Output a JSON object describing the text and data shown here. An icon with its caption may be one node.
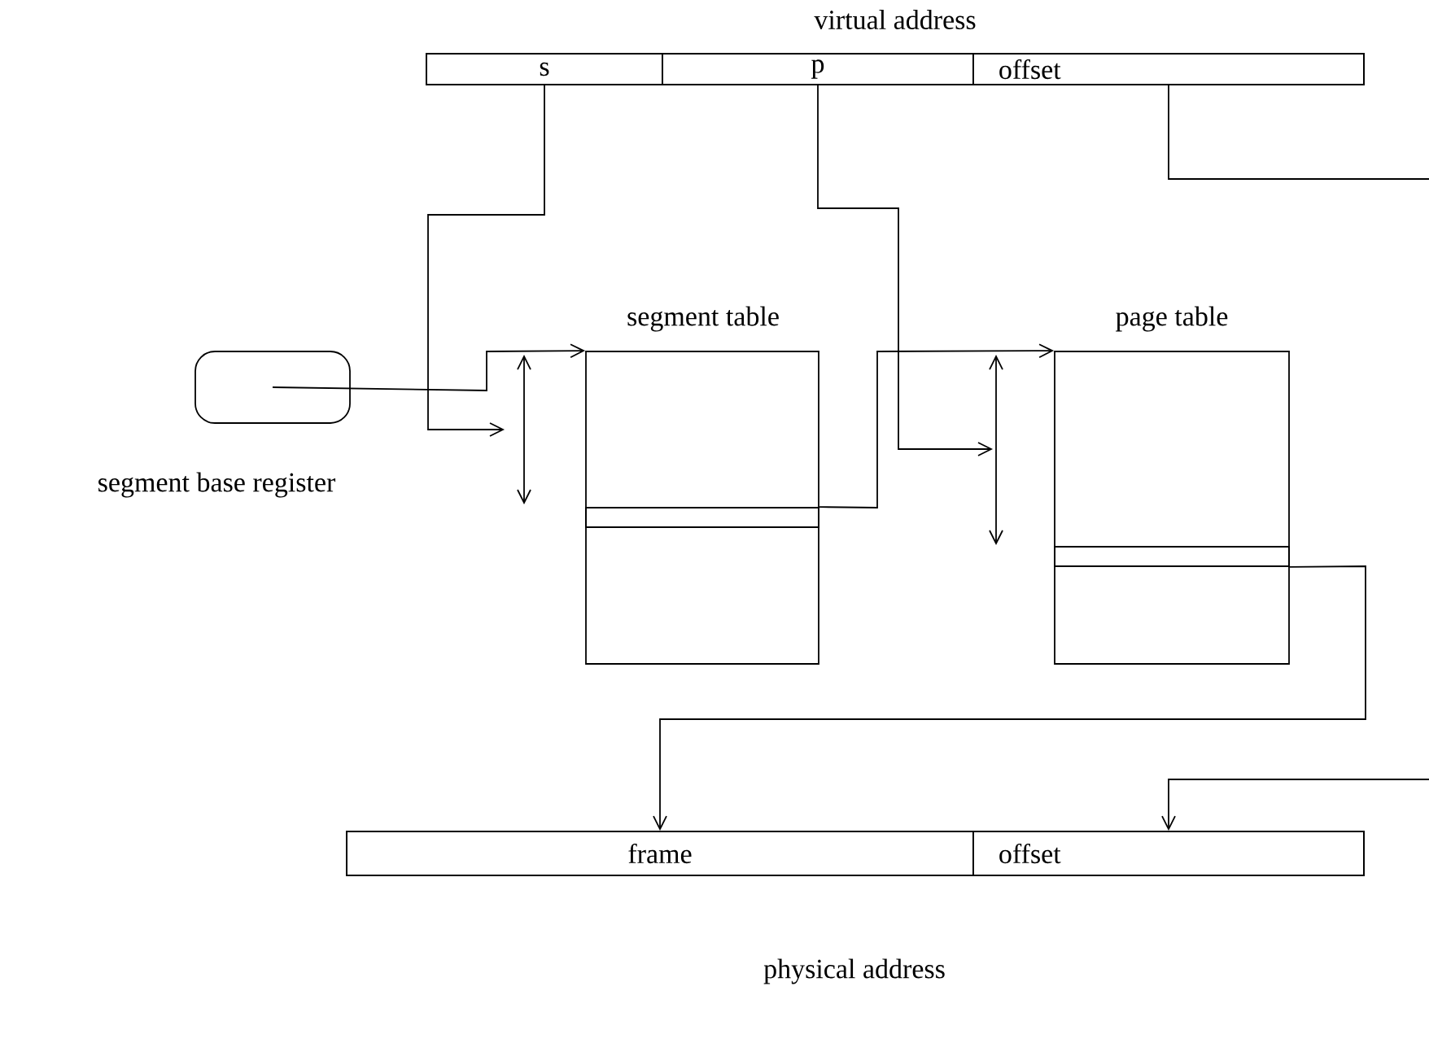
{
  "diagram": {
    "nodes": [
      {
        "text": [
          "virtual address"
        ]
      },
      {
        "text": [
          "s"
        ],
        "in": 0
      },
      {
        "text": [
          "p"
        ],
        "in": 0
      },
      {
        "text": [
          "offset"
        ],
        "in": 0
      },
      {
        "text": [
          "segment base register"
        ]
      },
      {
        "text": [
          "segment table"
        ]
      },
      {
        "text": [],
        "shape": "box",
        "in": 5
      },
      {
        "text": [
          "page table"
        ]
      },
      {
        "text": [],
        "shape": "box",
        "in": 7
      },
      {
        "text": [
          "physical address"
        ]
      },
      {
        "text": [
          "frame"
        ],
        "in": 9
      },
      {
        "text": [
          "offset"
        ],
        "in": 9
      }
    ],
    "edges": [
      {
        "from": 1,
        "to": null,
        "arrow": "to"
      },
      {
        "from": 4,
        "to": 5,
        "arrow": "to"
      },
      {
        "from": 6,
        "to": 7,
        "arrow": "to"
      },
      {
        "from": 2,
        "to": null,
        "arrow": "to"
      },
      {
        "from": 8,
        "to": 10,
        "arrow": "to"
      },
      {
        "from": 3,
        "to": null,
        "arrow": "none"
      },
      {
        "from": null,
        "to": 11,
        "arrow": "to"
      }
    ]
  }
}
